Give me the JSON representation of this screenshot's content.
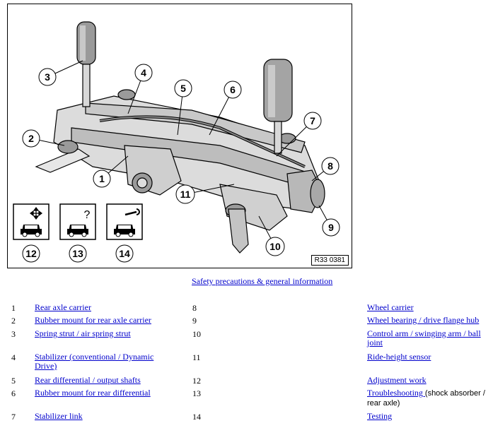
{
  "figure": {
    "code": "R33 0381",
    "callouts": [
      "1",
      "2",
      "3",
      "4",
      "5",
      "6",
      "7",
      "8",
      "9",
      "10",
      "11"
    ],
    "info_boxes": [
      {
        "number": "12",
        "icon": "car-arrows-icon"
      },
      {
        "number": "13",
        "icon": "car-question-icon"
      },
      {
        "number": "14",
        "icon": "car-wrench-icon"
      }
    ]
  },
  "safety_link": "Safety precautions & general information",
  "rows": [
    {
      "n1": "1",
      "l1": "Rear axle carrier",
      "n2": "8",
      "l2": "Wheel carrier",
      "l2_suffix": ""
    },
    {
      "n1": "2",
      "l1": "Rubber mount for rear axle carrier",
      "n2": "9",
      "l2": "Wheel bearing / drive flange hub",
      "l2_suffix": ""
    },
    {
      "n1": "3",
      "l1": "Spring strut / air spring strut",
      "n2": "10",
      "l2": "Control arm / swinging arm / ball joint",
      "l2_suffix": ""
    },
    {
      "n1": "4",
      "l1": "Stabilizer (conventional / Dynamic Drive)",
      "n2": "11",
      "l2": "Ride-height sensor",
      "l2_suffix": ""
    },
    {
      "n1": "5",
      "l1": "Rear differential / output shafts",
      "n2": "12",
      "l2": "Adjustment work",
      "l2_suffix": ""
    },
    {
      "n1": "6",
      "l1": "Rubber mount for rear differential",
      "n2": "13",
      "l2": "Troubleshooting ",
      "l2_suffix": "(shock absorber / rear axle)"
    },
    {
      "n1": "7",
      "l1": "Stabilizer link",
      "n2": "14",
      "l2": "Testing",
      "l2_suffix": ""
    }
  ]
}
